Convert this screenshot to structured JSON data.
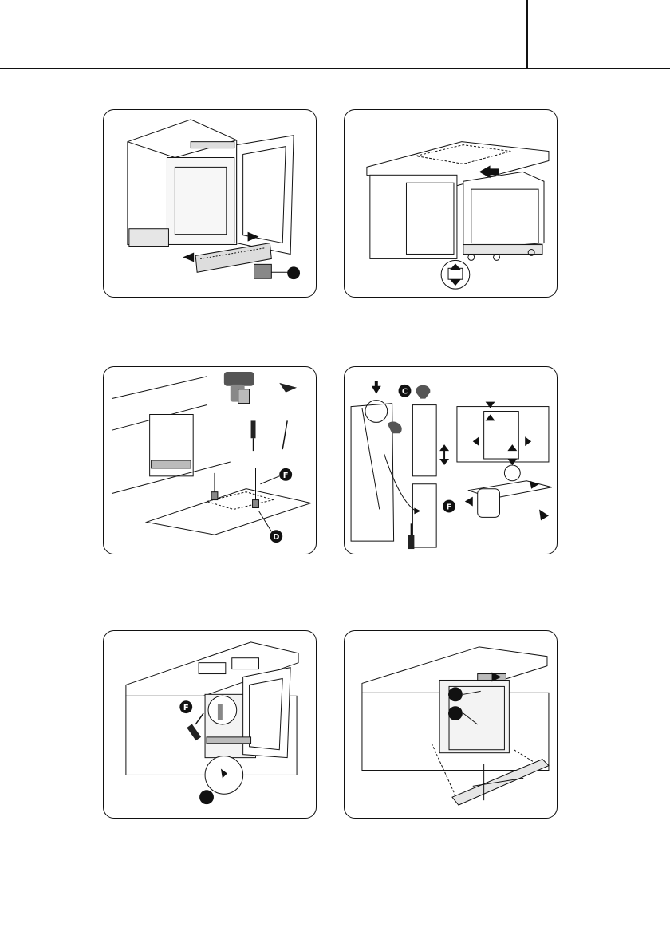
{
  "header": {
    "title": "",
    "page_number": ""
  },
  "panels": [
    {
      "id": "step-1",
      "callouts": []
    },
    {
      "id": "step-2",
      "callouts": []
    },
    {
      "id": "step-3",
      "callouts": [
        "F",
        "D"
      ]
    },
    {
      "id": "step-4",
      "callouts": [
        "C",
        "F"
      ]
    },
    {
      "id": "step-5",
      "callouts": [
        "F"
      ]
    },
    {
      "id": "step-6",
      "callouts": []
    }
  ],
  "colors": {
    "line": "#111111",
    "fill_dark": "#222222",
    "fill_mid": "#888888",
    "fill_light": "#e6e6e6"
  },
  "icons": [
    "appliance-icon",
    "cabinet-icon",
    "drill-icon",
    "screwdriver-icon",
    "screw-icon",
    "wrench-icon",
    "arrow-icon",
    "plinth-icon",
    "up-down-arrow-icon"
  ]
}
